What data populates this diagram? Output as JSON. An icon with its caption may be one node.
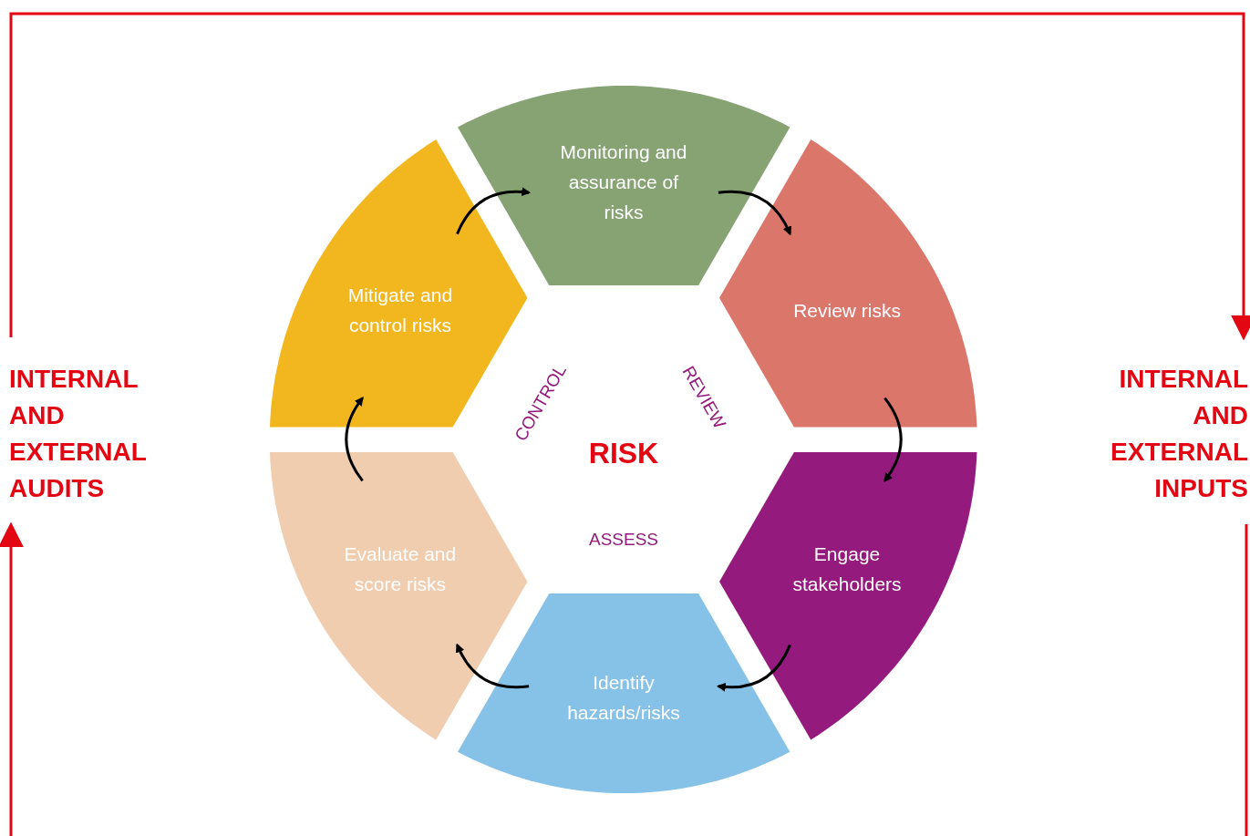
{
  "diagram": {
    "nodes": [
      {
        "text": [
          "Monitoring and assurance of risks"
        ]
      },
      {
        "text": [
          "Review risks"
        ]
      },
      {
        "text": [
          "Engage stakeholders"
        ]
      },
      {
        "text": [
          "Identify hazards/risks"
        ]
      },
      {
        "text": [
          "Evaluate and score risks"
        ]
      },
      {
        "text": [
          "Mitigate and control risks"
        ]
      },
      {
        "text": [
          "INTERNAL AND EXTERNAL AUDITS"
        ]
      },
      {
        "text": [
          "INTERNAL AND EXTERNAL INPUTS"
        ]
      }
    ],
    "edges": [
      {
        "from": 0,
        "to": 1,
        "arrow": "to"
      },
      {
        "from": 1,
        "to": 2,
        "arrow": "to"
      },
      {
        "from": 2,
        "to": 3,
        "arrow": "to"
      },
      {
        "from": 3,
        "to": 4,
        "arrow": "to"
      },
      {
        "from": 4,
        "to": 5,
        "arrow": "to"
      },
      {
        "from": 5,
        "to": 0,
        "arrow": "to"
      },
      {
        "from": null,
        "to": 6,
        "arrow": "to",
        "color": "#e30613"
      },
      {
        "from": 6,
        "to": 7,
        "arrow": "to",
        "color": "#e30613"
      },
      {
        "from": 7,
        "to": null,
        "arrow": "none",
        "color": "#e30613"
      }
    ],
    "labels": [
      "CONTROL",
      "REVIEW",
      "RISK",
      "ASSESS"
    ]
  }
}
